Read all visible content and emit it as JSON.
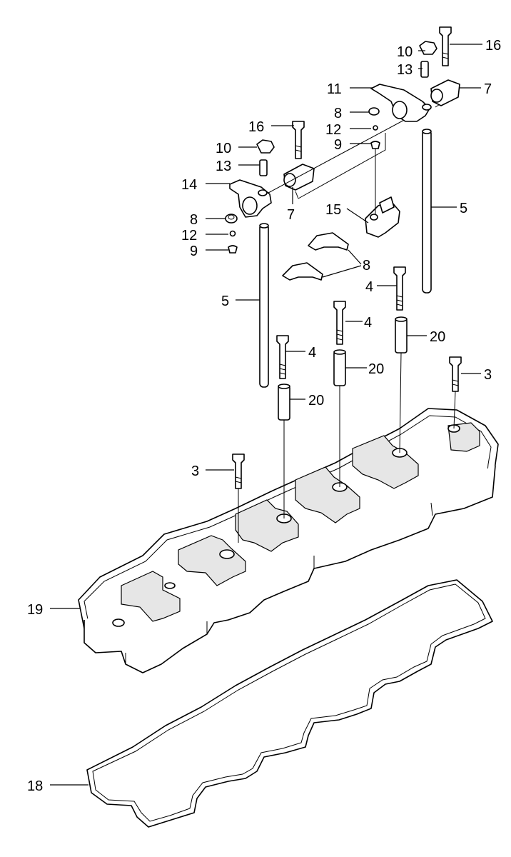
{
  "callouts": [
    {
      "id": "c16a",
      "text": "16"
    },
    {
      "id": "c10a",
      "text": "10"
    },
    {
      "id": "c13a",
      "text": "13"
    },
    {
      "id": "c11",
      "text": "11"
    },
    {
      "id": "c7a",
      "text": "7"
    },
    {
      "id": "c8a",
      "text": "8"
    },
    {
      "id": "c12a",
      "text": "12"
    },
    {
      "id": "c9a",
      "text": "9"
    },
    {
      "id": "c16b",
      "text": "16"
    },
    {
      "id": "c10b",
      "text": "10"
    },
    {
      "id": "c13b",
      "text": "13"
    },
    {
      "id": "c14",
      "text": "14"
    },
    {
      "id": "c7b",
      "text": "7"
    },
    {
      "id": "c15",
      "text": "15"
    },
    {
      "id": "c5a",
      "text": "5"
    },
    {
      "id": "c8b",
      "text": "8"
    },
    {
      "id": "c12b",
      "text": "12"
    },
    {
      "id": "c9b",
      "text": "9"
    },
    {
      "id": "c8c",
      "text": "8"
    },
    {
      "id": "c5b",
      "text": "5"
    },
    {
      "id": "c4a",
      "text": "4"
    },
    {
      "id": "c4b",
      "text": "4"
    },
    {
      "id": "c20a",
      "text": "20"
    },
    {
      "id": "c4c",
      "text": "4"
    },
    {
      "id": "c20b",
      "text": "20"
    },
    {
      "id": "c3a",
      "text": "3"
    },
    {
      "id": "c20c",
      "text": "20"
    },
    {
      "id": "c3b",
      "text": "3"
    },
    {
      "id": "c19",
      "text": "19"
    },
    {
      "id": "c18",
      "text": "18"
    }
  ]
}
